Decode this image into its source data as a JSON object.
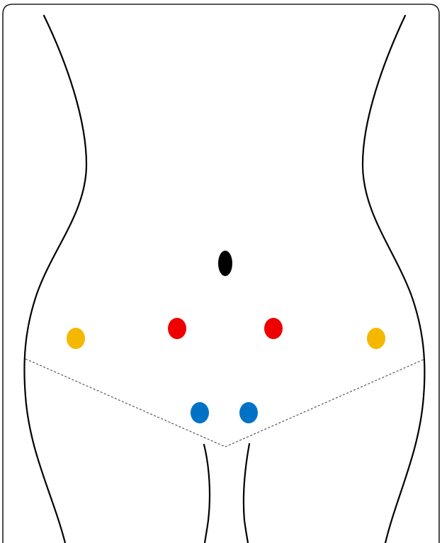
{
  "colors": {
    "frame": "#222222",
    "outline": "#000000",
    "inguinal_line": "#555555",
    "umbilicus": "#000000",
    "red_port": "#ee0000",
    "yellow_port": "#f5b800",
    "blue_port": "#0072c6"
  },
  "markers": [
    {
      "name": "umbilicus-marker",
      "color": "#000000"
    },
    {
      "name": "red-port-left",
      "color": "#ee0000"
    },
    {
      "name": "red-port-right",
      "color": "#ee0000"
    },
    {
      "name": "yellow-port-left",
      "color": "#f5b800"
    },
    {
      "name": "yellow-port-right",
      "color": "#f5b800"
    },
    {
      "name": "blue-port-left",
      "color": "#0072c6"
    },
    {
      "name": "blue-port-right",
      "color": "#0072c6"
    }
  ]
}
